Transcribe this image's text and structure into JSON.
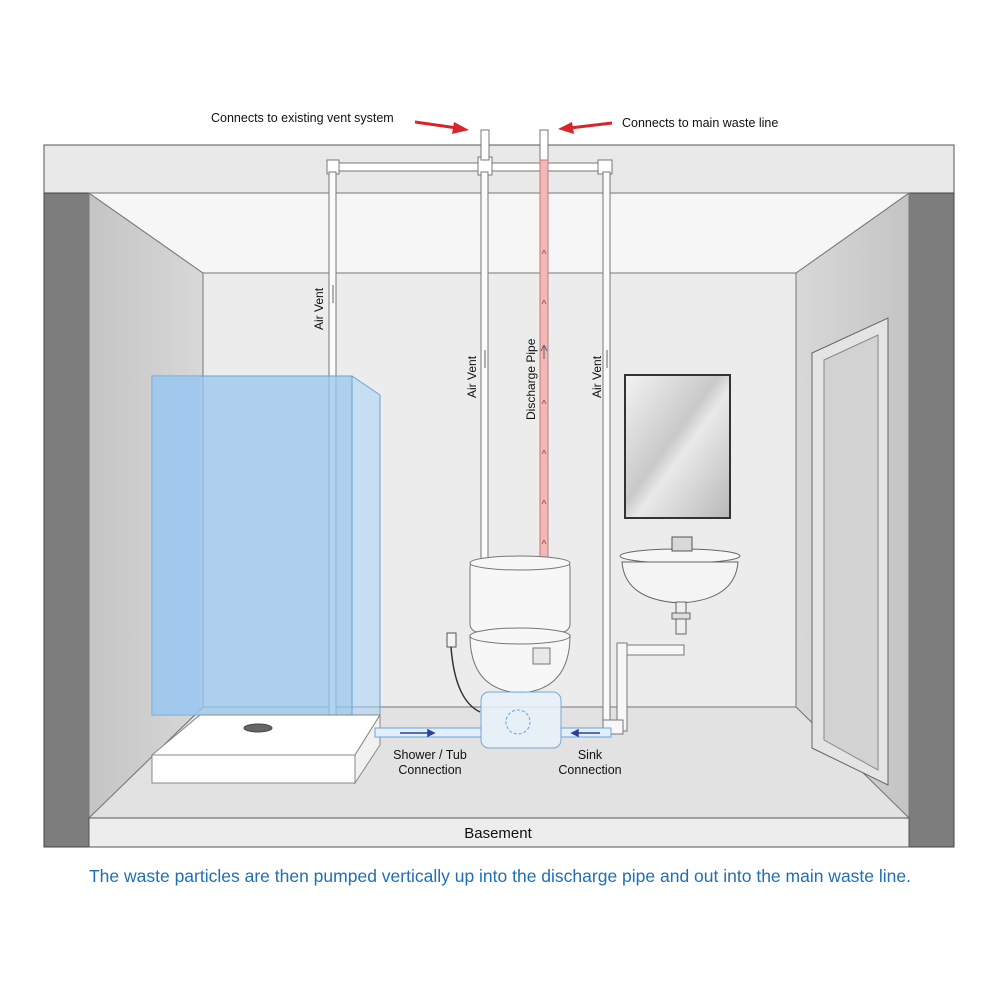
{
  "labels": {
    "vent_system": "Connects to existing vent system",
    "main_waste": "Connects to main waste line",
    "air_vent": "Air Vent",
    "discharge_pipe": "Discharge Pipe",
    "shower_connection_line1": "Shower / Tub",
    "shower_connection_line2": "Connection",
    "sink_connection_line1": "Sink",
    "sink_connection_line2": "Connection",
    "floor": "Basement"
  },
  "caption": "The waste particles are then pumped vertically up into the discharge pipe and out into the main waste line.",
  "colors": {
    "arrow": "#d7262b",
    "caption": "#1f6fb5",
    "discharge_pipe": "#f2b8b8",
    "shower_glass": "#a9d2f5",
    "flow_arrow": "#2c3f9c"
  }
}
